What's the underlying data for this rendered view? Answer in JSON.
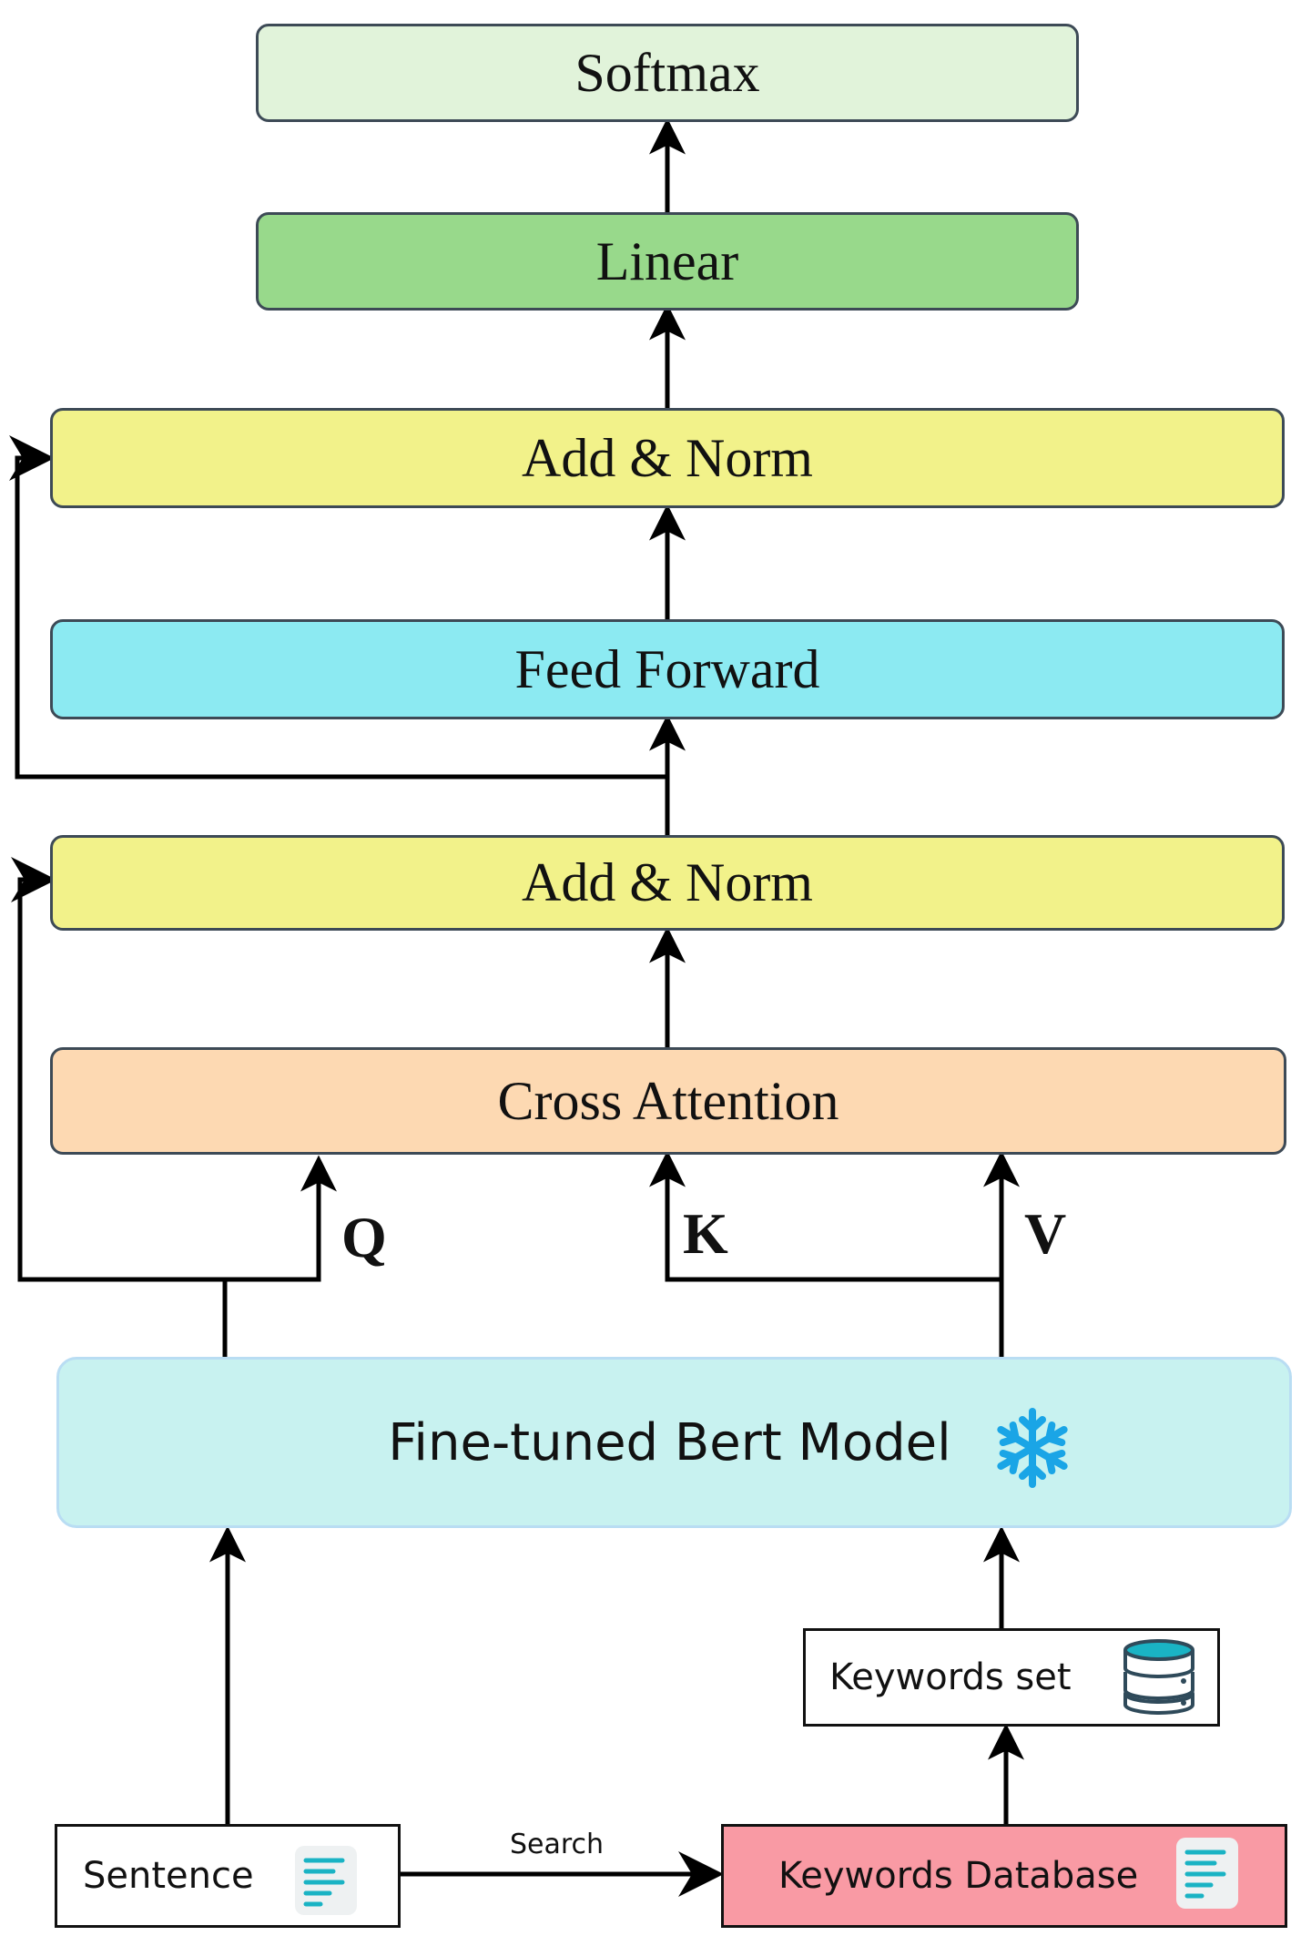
{
  "blocks": {
    "softmax": "Softmax",
    "linear": "Linear",
    "add_norm_top": "Add & Norm",
    "feed_forward": "Feed Forward",
    "add_norm_bottom": "Add & Norm",
    "cross_attention": "Cross Attention",
    "bert": "Fine-tuned Bert Model",
    "keywords_set": "Keywords set",
    "sentence": "Sentence",
    "keywords_db": "Keywords Database"
  },
  "labels": {
    "q": "Q",
    "k": "K",
    "v": "V",
    "search": "Search"
  },
  "colors": {
    "softmax": "#e1f3da",
    "linear": "#98d98b",
    "add_norm": "#f2f28a",
    "feed_forward": "#8ceaf2",
    "cross_attention": "#fdd9b2",
    "bert": "#c8f2f0",
    "keywords_db": "#f99aa4",
    "icon_accent": "#1ab3c4",
    "snowflake": "#1aa5e6"
  },
  "icons": {
    "bert": "snowflake-icon",
    "keywords_set": "database-icon",
    "sentence": "document-icon",
    "keywords_db": "document-icon"
  }
}
